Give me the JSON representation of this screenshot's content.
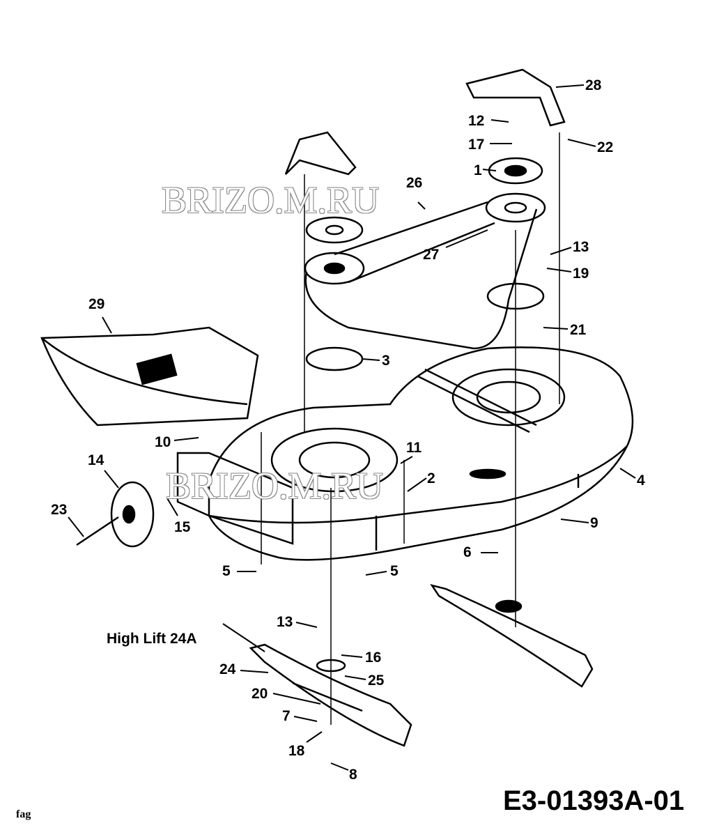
{
  "diagram": {
    "drawing_number": "E3-01393A-01",
    "initials": "fag",
    "watermark": [
      "BRIZO.M.RU",
      "BRIZO.M.RU"
    ],
    "note": "High Lift  24A",
    "callouts": [
      "28",
      "12",
      "22",
      "17",
      "1",
      "26",
      "27",
      "13",
      "19",
      "21",
      "3",
      "29",
      "10",
      "11",
      "2",
      "4",
      "14",
      "15",
      "23",
      "9",
      "6",
      "5",
      "5",
      "13",
      "16",
      "24",
      "25",
      "20",
      "7",
      "18",
      "8"
    ]
  }
}
